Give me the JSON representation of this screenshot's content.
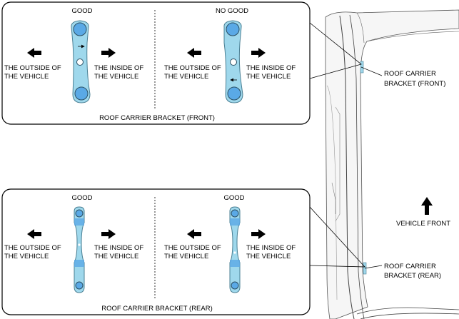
{
  "front_panel": {
    "left_status": "GOOD",
    "right_status": "NO GOOD",
    "outside_line1": "THE OUTSIDE OF",
    "outside_line2": "THE VEHICLE",
    "inside_line1": "THE INSIDE OF",
    "inside_line2": "THE VEHICLE",
    "caption": "ROOF CARRIER BRACKET (FRONT)"
  },
  "rear_panel": {
    "left_status": "GOOD",
    "right_status": "GOOD",
    "outside_line1": "THE OUTSIDE OF",
    "outside_line2": "THE VEHICLE",
    "inside_line1": "THE INSIDE OF",
    "inside_line2": "THE VEHICLE",
    "caption": "ROOF CARRIER BRACKET (REAR)"
  },
  "callouts": {
    "front_line1": "ROOF CARRIER",
    "front_line2": "BRACKET (FRONT)",
    "rear_line1": "ROOF CARRIER",
    "rear_line2": "BRACKET (REAR)",
    "vehicle_front": "VEHICLE FRONT"
  },
  "colors": {
    "bracket_fill": "#9fd8ec",
    "bracket_stroke": "#4a7f93",
    "bracket_band": "#5aa9e6",
    "arrow": "#000000"
  },
  "icons": {
    "direction_arrow": "thick-arrow-icon",
    "small_arrow": "small-arrow-icon"
  }
}
